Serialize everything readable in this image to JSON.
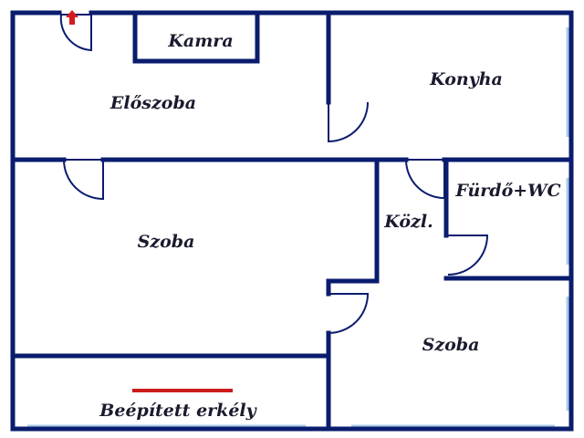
{
  "rooms": {
    "kamra": "Kamra",
    "eloszoba": "Előszoba",
    "konyha": "Konyha",
    "szoba_left": "Szoba",
    "kozl": "Közl.",
    "furdo": "Fürdő+WC",
    "szoba_right": "Szoba",
    "erkely": "Beépített erkély"
  },
  "colors": {
    "wall": "#0a1c6e",
    "window": "#a9cce8",
    "entry_marker": "#d41c1c",
    "balcony_rail": "#cc1b1b"
  },
  "icons": {
    "entry": "entry-arrow-icon"
  }
}
